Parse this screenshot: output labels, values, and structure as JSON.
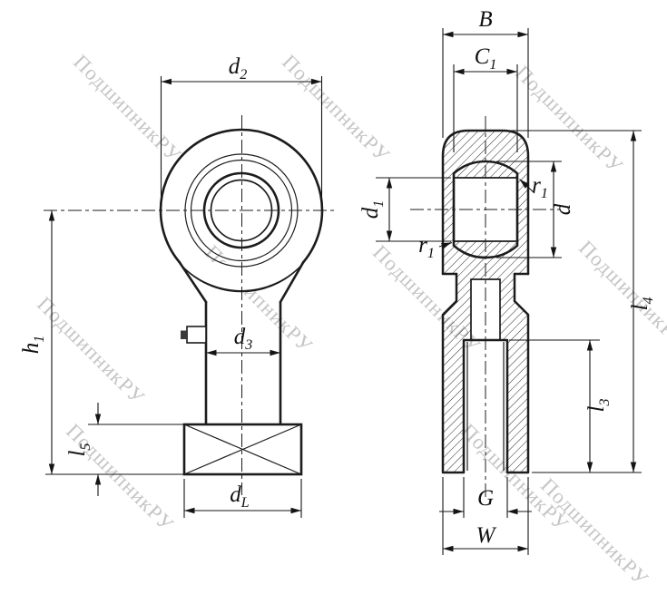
{
  "style": {
    "ink": "#1c1c1c",
    "watermark_color": "#c5c5c5",
    "background": "#ffffff"
  },
  "watermark": {
    "text": "ПодшипникРУ"
  },
  "front_view": {
    "labels": {
      "d2": {
        "main": "d",
        "sub": "2"
      },
      "h1": {
        "main": "h",
        "sub": "1"
      },
      "l5": {
        "main": "l",
        "sub": "5"
      },
      "d3": {
        "main": "d",
        "sub": "3"
      },
      "dL": {
        "main": "d",
        "sub": "L"
      }
    }
  },
  "section_view": {
    "labels": {
      "B": {
        "main": "B",
        "sub": ""
      },
      "C1": {
        "main": "C",
        "sub": "1"
      },
      "d1": {
        "main": "d",
        "sub": "1"
      },
      "r1_upper": {
        "main": "r",
        "sub": "1"
      },
      "r1_lower": {
        "main": "r",
        "sub": "1"
      },
      "d": {
        "main": "d",
        "sub": ""
      },
      "l4": {
        "main": "l",
        "sub": "4"
      },
      "l3": {
        "main": "l",
        "sub": "3"
      },
      "G": {
        "main": "G",
        "sub": ""
      },
      "W": {
        "main": "W",
        "sub": ""
      }
    }
  }
}
